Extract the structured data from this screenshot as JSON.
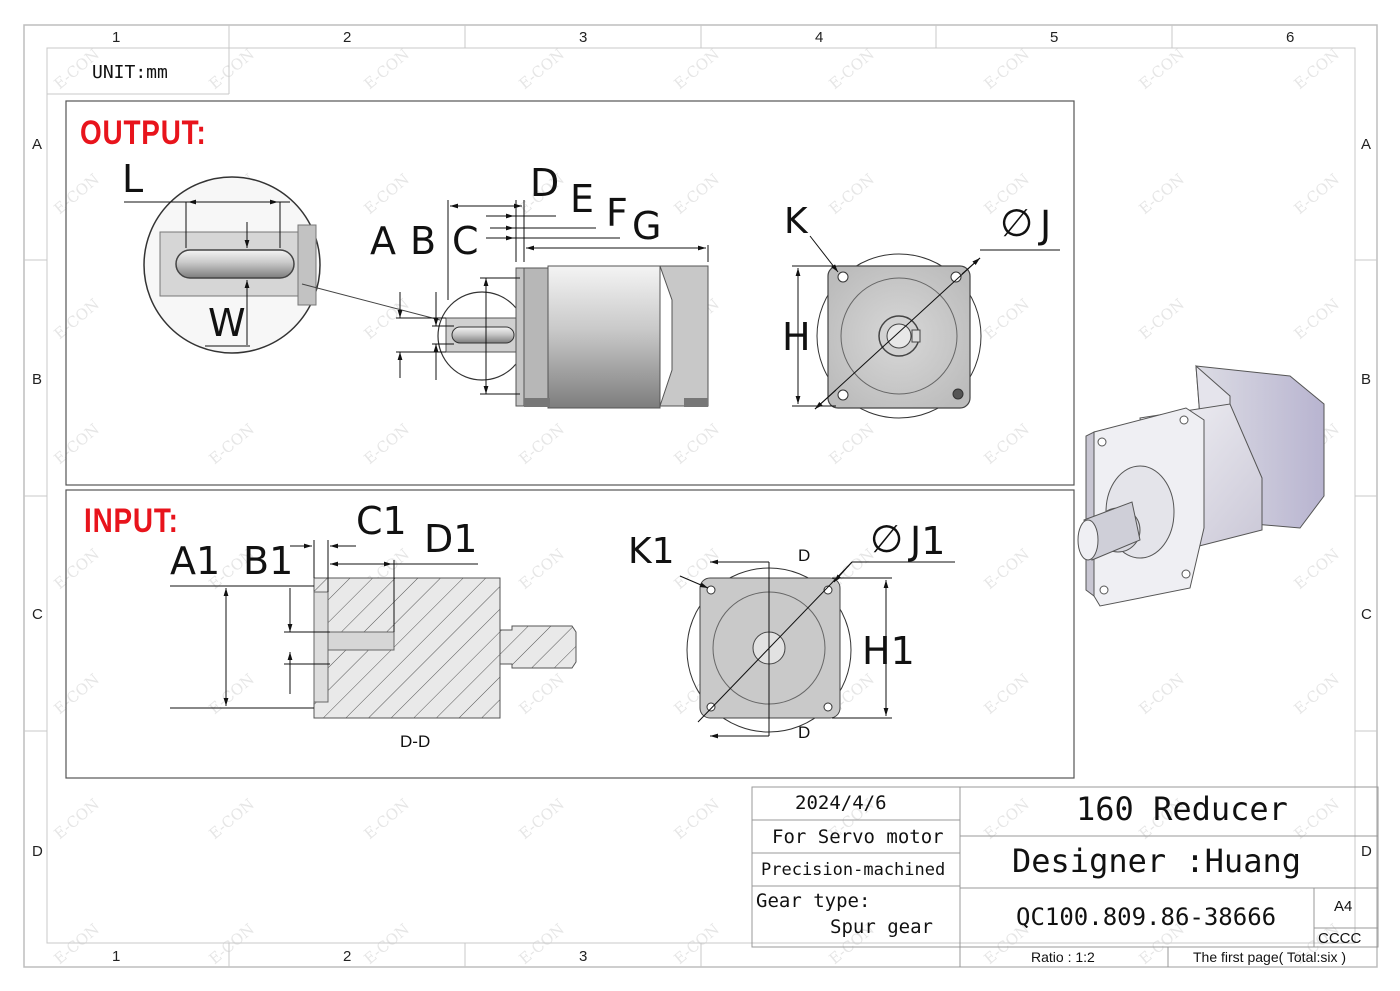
{
  "sheet": {
    "unit_label": "UNIT:mm",
    "top_columns": [
      "1",
      "2",
      "3",
      "4",
      "5",
      "6"
    ],
    "bottom_columns": [
      "1",
      "2",
      "3"
    ],
    "rows": [
      "A",
      "B",
      "C",
      "D"
    ],
    "watermark": "E-CON"
  },
  "output_view": {
    "heading": "OUTPUT:",
    "heading_color": "#e8141c",
    "labels": {
      "L": "L",
      "W": "W",
      "A": "A",
      "B": "B",
      "C": "C",
      "D": "D",
      "E": "E",
      "F": "F",
      "G": "G",
      "K": "K",
      "J": "J",
      "H": "H"
    },
    "phi": "∅"
  },
  "input_view": {
    "heading": "INPUT:",
    "heading_color": "#e8141c",
    "labels": {
      "A1": "A1",
      "B1": "B1",
      "C1": "C1",
      "D1": "D1",
      "K1": "K1",
      "J1": "J1",
      "H1": "H1"
    },
    "phi": "∅",
    "section_label": "D-D",
    "section_marker": "D"
  },
  "title_block": {
    "date": "2024/4/6",
    "application": "For Servo motor",
    "process": "Precision-machined",
    "gear_type_label": "Gear type:",
    "gear_type_value": "Spur gear",
    "title": "160 Reducer",
    "designer": "Designer :Huang",
    "drawing_number": "QC100.809.86-38666",
    "sheet_size": "A4",
    "code": "CCCC",
    "ratio": "Ratio : 1:2",
    "page": "The first page( Total:six )"
  }
}
